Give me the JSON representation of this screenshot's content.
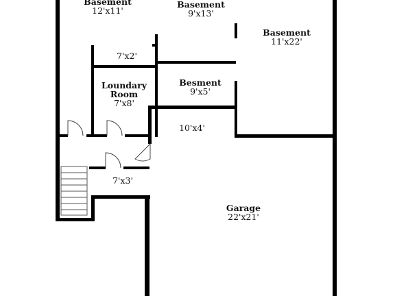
{
  "rooms": [
    {
      "id": "basement-nw",
      "name": "Basement",
      "dims": "12'x11'"
    },
    {
      "id": "basement-n",
      "name": "Basement",
      "dims": "9'x13'"
    },
    {
      "id": "basement-ne",
      "name": "Basement",
      "dims": "11'x22'"
    },
    {
      "id": "closet",
      "name": "",
      "dims": "7'x2'"
    },
    {
      "id": "laundry",
      "name": "Loundary Room",
      "name_line1": "Loundary",
      "name_line2": "Room",
      "dims": "7'x8'"
    },
    {
      "id": "besment",
      "name": "Besment",
      "dims": "9'x5'"
    },
    {
      "id": "hall",
      "name": "",
      "dims": "10'x4'"
    },
    {
      "id": "bath",
      "name": "",
      "dims": "7'x3'"
    },
    {
      "id": "garage",
      "name": "Garage",
      "dims": "22'x21'"
    }
  ]
}
